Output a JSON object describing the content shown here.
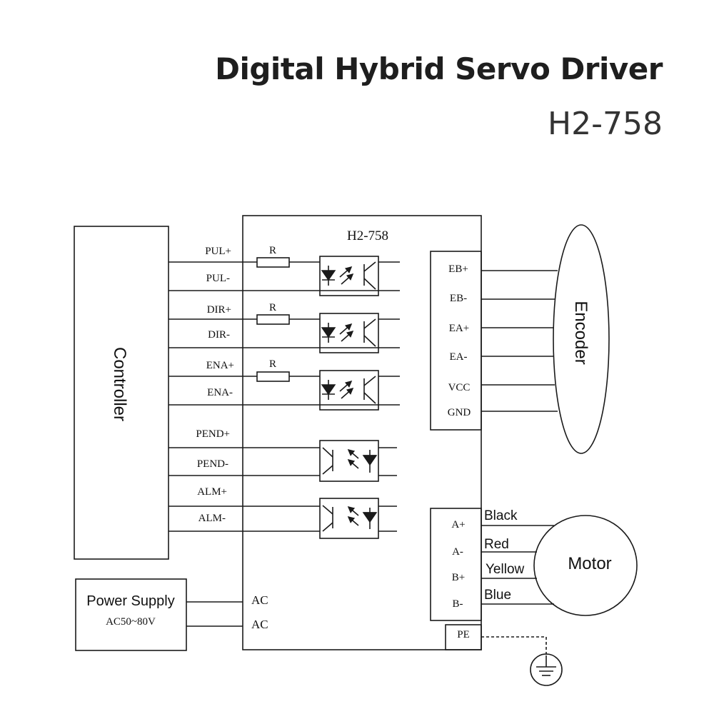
{
  "header": {
    "title": "Digital Hybrid Servo Driver",
    "model": "H2-758"
  },
  "colors": {
    "line": "#1a1a1a",
    "text": "#111111",
    "background": "#ffffff"
  },
  "controller": {
    "label": "Controller",
    "signals": [
      "PUL+",
      "PUL-",
      "DIR+",
      "DIR-",
      "ENA+",
      "ENA-",
      "PEND+",
      "PEND-",
      "ALM+",
      "ALM-"
    ]
  },
  "driver": {
    "label": "H2-758",
    "resistor_label": "R",
    "ac_terminals": [
      "AC",
      "AC"
    ],
    "encoder_terminals": [
      "EB+",
      "EB-",
      "EA+",
      "EA-",
      "VCC",
      "GND"
    ],
    "motor_terminals": [
      "A+",
      "A-",
      "B+",
      "B-"
    ],
    "pe_label": "PE"
  },
  "power_supply": {
    "label": "Power Supply",
    "rating": "AC50~80V"
  },
  "encoder": {
    "label": "Encoder"
  },
  "motor": {
    "label": "Motor",
    "wires": [
      "Black",
      "Red",
      "Yellow",
      "Blue"
    ]
  },
  "ground": {
    "icon": "ground-icon"
  }
}
